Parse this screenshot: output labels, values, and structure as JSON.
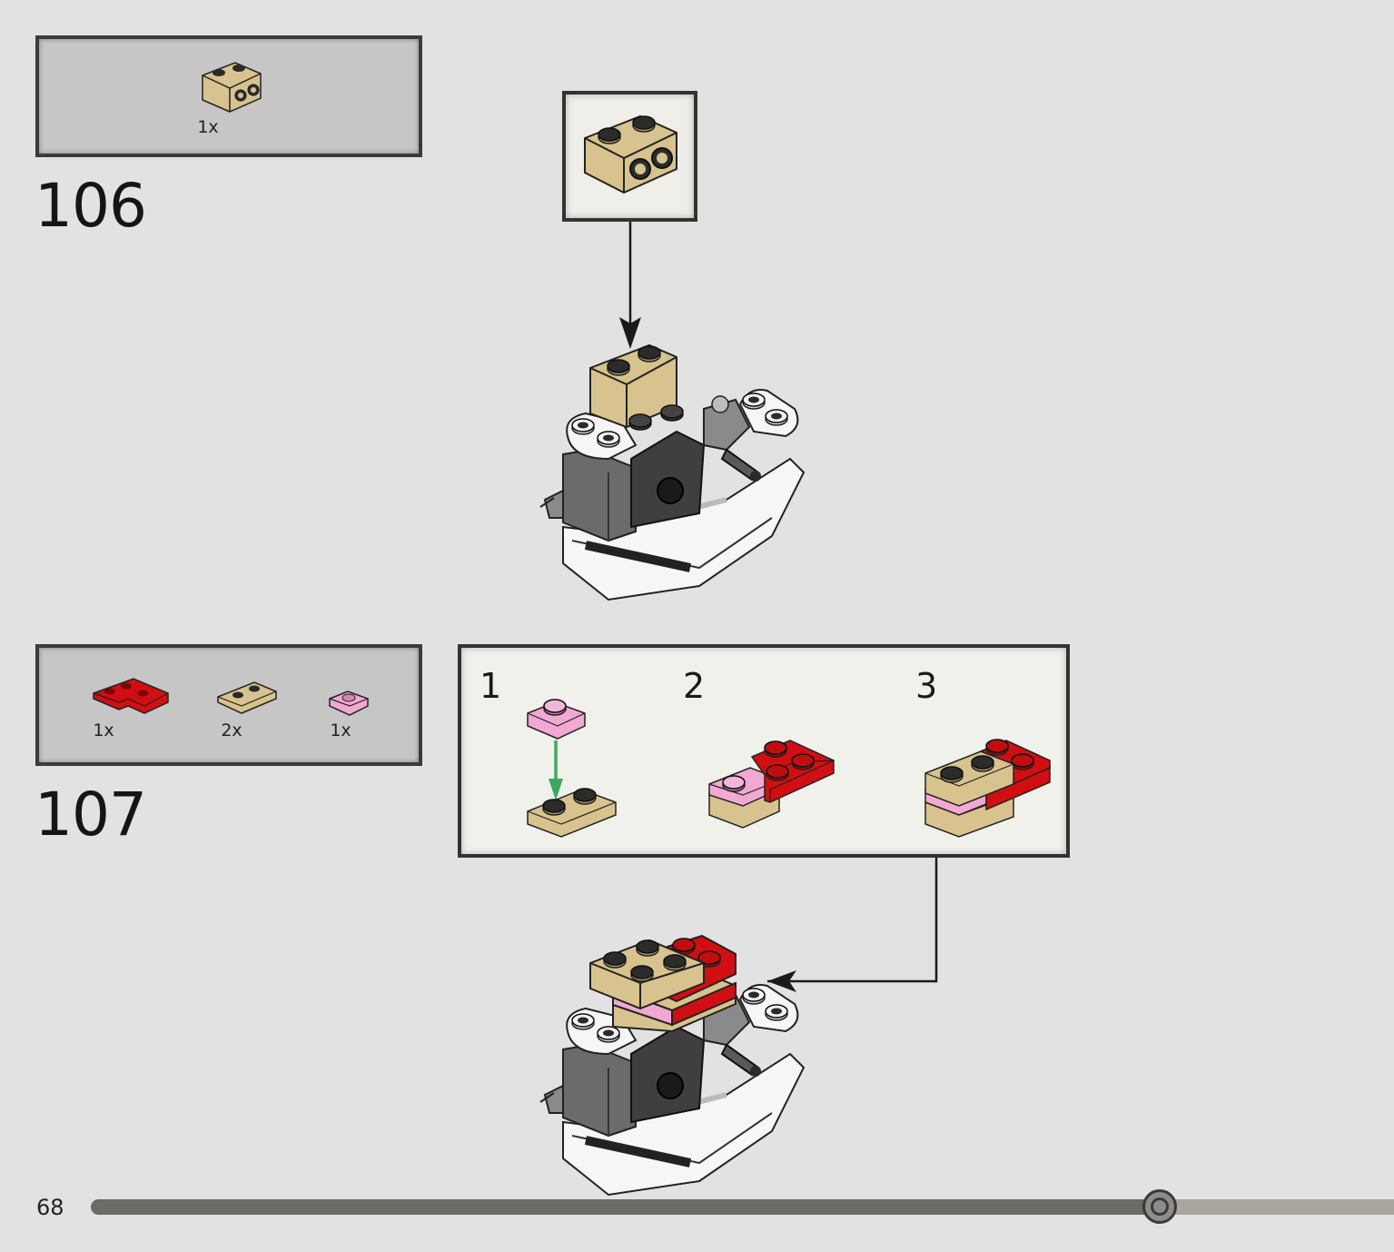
{
  "steps": [
    {
      "number": "106",
      "parts": [
        {
          "qty": "1x",
          "part": "tan-brick-1x2-with-side-studs-icon"
        }
      ]
    },
    {
      "number": "107",
      "parts": [
        {
          "qty": "1x",
          "part": "red-corner-plate-icon"
        },
        {
          "qty": "2x",
          "part": "tan-plate-1x2-icon"
        },
        {
          "qty": "1x",
          "part": "pink-plate-1x1-icon"
        }
      ],
      "substeps": [
        "1",
        "2",
        "3"
      ]
    }
  ],
  "footer": {
    "page_number": "68",
    "progress_fraction": 0.82
  },
  "colors": {
    "background": "#e2e2e2",
    "parts_box": "#c6c6c6",
    "callout": "#f1f1ec",
    "tan": "#d8c38e",
    "red": "#d10f12",
    "pink": "#f1a9d3",
    "white_brick": "#f6f6f6",
    "dark_gray": "#6b6b6b",
    "green_arrow": "#3cab5a"
  }
}
